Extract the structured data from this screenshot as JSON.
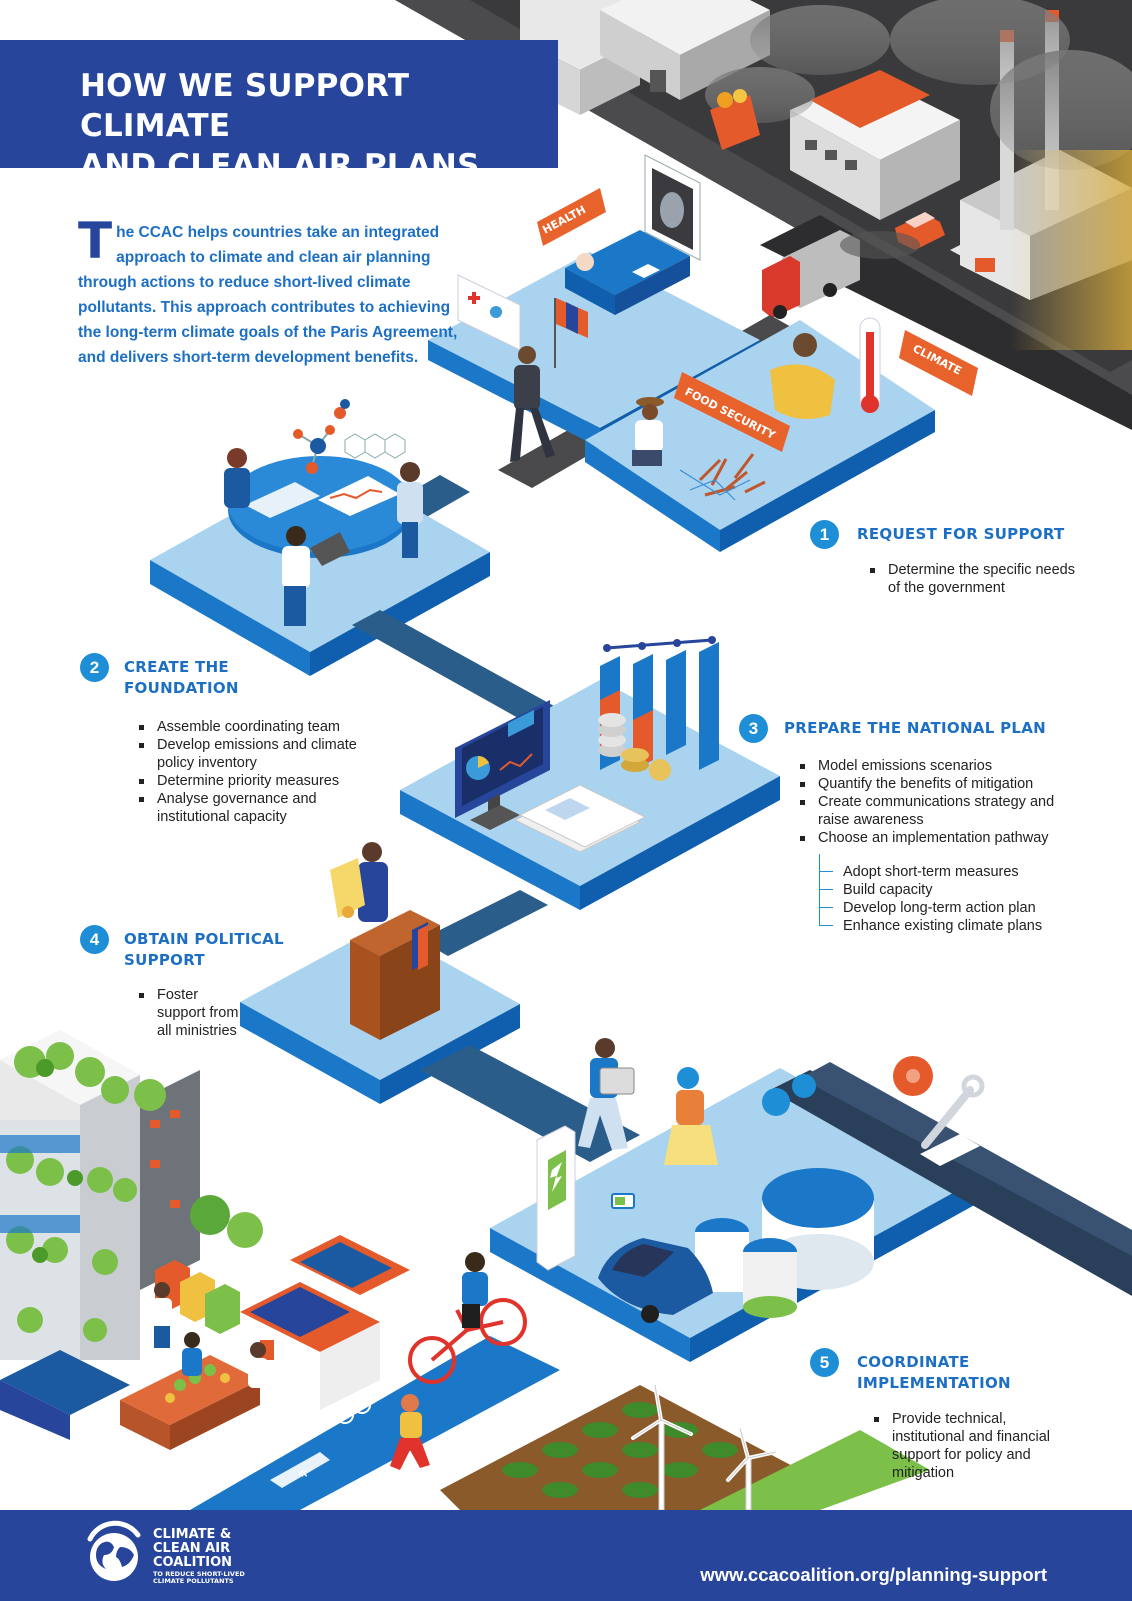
{
  "title": {
    "line1": "HOW WE SUPPORT CLIMATE",
    "line2": "AND CLEAN AIR PLANS"
  },
  "intro": {
    "dropcap": "T",
    "text": "he CCAC helps countries take an integrated approach to climate and clean air planning through actions to reduce short-lived climate pollutants. This approach contributes to achieving the long-term climate goals of the Paris Agreement, and delivers short-term development benefits."
  },
  "scene_labels": {
    "health": "HEALTH",
    "food_security": "FOOD SECURITY",
    "climate": "CLIMATE"
  },
  "steps": [
    {
      "number": "1",
      "title_lines": [
        "REQUEST FOR SUPPORT"
      ],
      "bullets": [
        "Determine the specific needs of the government"
      ]
    },
    {
      "number": "2",
      "title_lines": [
        "CREATE THE",
        "FOUNDATION"
      ],
      "bullets": [
        "Assemble coordinating team",
        "Develop emissions and climate policy inventory",
        "Determine priority measures",
        "Analyse governance and institutional capacity"
      ]
    },
    {
      "number": "3",
      "title_lines": [
        "PREPARE THE NATIONAL PLAN"
      ],
      "bullets": [
        "Model emissions scenarios",
        "Quantify the benefits of mitigation",
        "Create communications strategy and raise awareness",
        "Choose an implementation pathway"
      ],
      "sub_bullets": [
        "Adopt short-term measures",
        "Build capacity",
        "Develop long-term action plan",
        "Enhance existing climate plans"
      ]
    },
    {
      "number": "4",
      "title_lines": [
        "OBTAIN POLITICAL",
        "SUPPORT"
      ],
      "bullets": [
        "Foster support from all ministries"
      ]
    },
    {
      "number": "5",
      "title_lines": [
        "COORDINATE",
        "IMPLEMENTATION"
      ],
      "bullets": [
        "Provide technical, institutional and financial support for policy and mitigation"
      ]
    }
  ],
  "footer": {
    "logo_line1": "CLIMATE &",
    "logo_line2": "CLEAN AIR",
    "logo_line3": "COALITION",
    "logo_small1": "TO REDUCE SHORT-LIVED",
    "logo_small2": "CLIMATE POLLUTANTS",
    "url": "www.ccacoalition.org/planning-support"
  },
  "colors": {
    "title_bg": "#27459b",
    "accent_blue": "#1e8fd6",
    "text_blue": "#1d6fc4",
    "platform_top": "#a9d3ee",
    "platform_side": "#1b78c8",
    "orange": "#e8632c"
  }
}
